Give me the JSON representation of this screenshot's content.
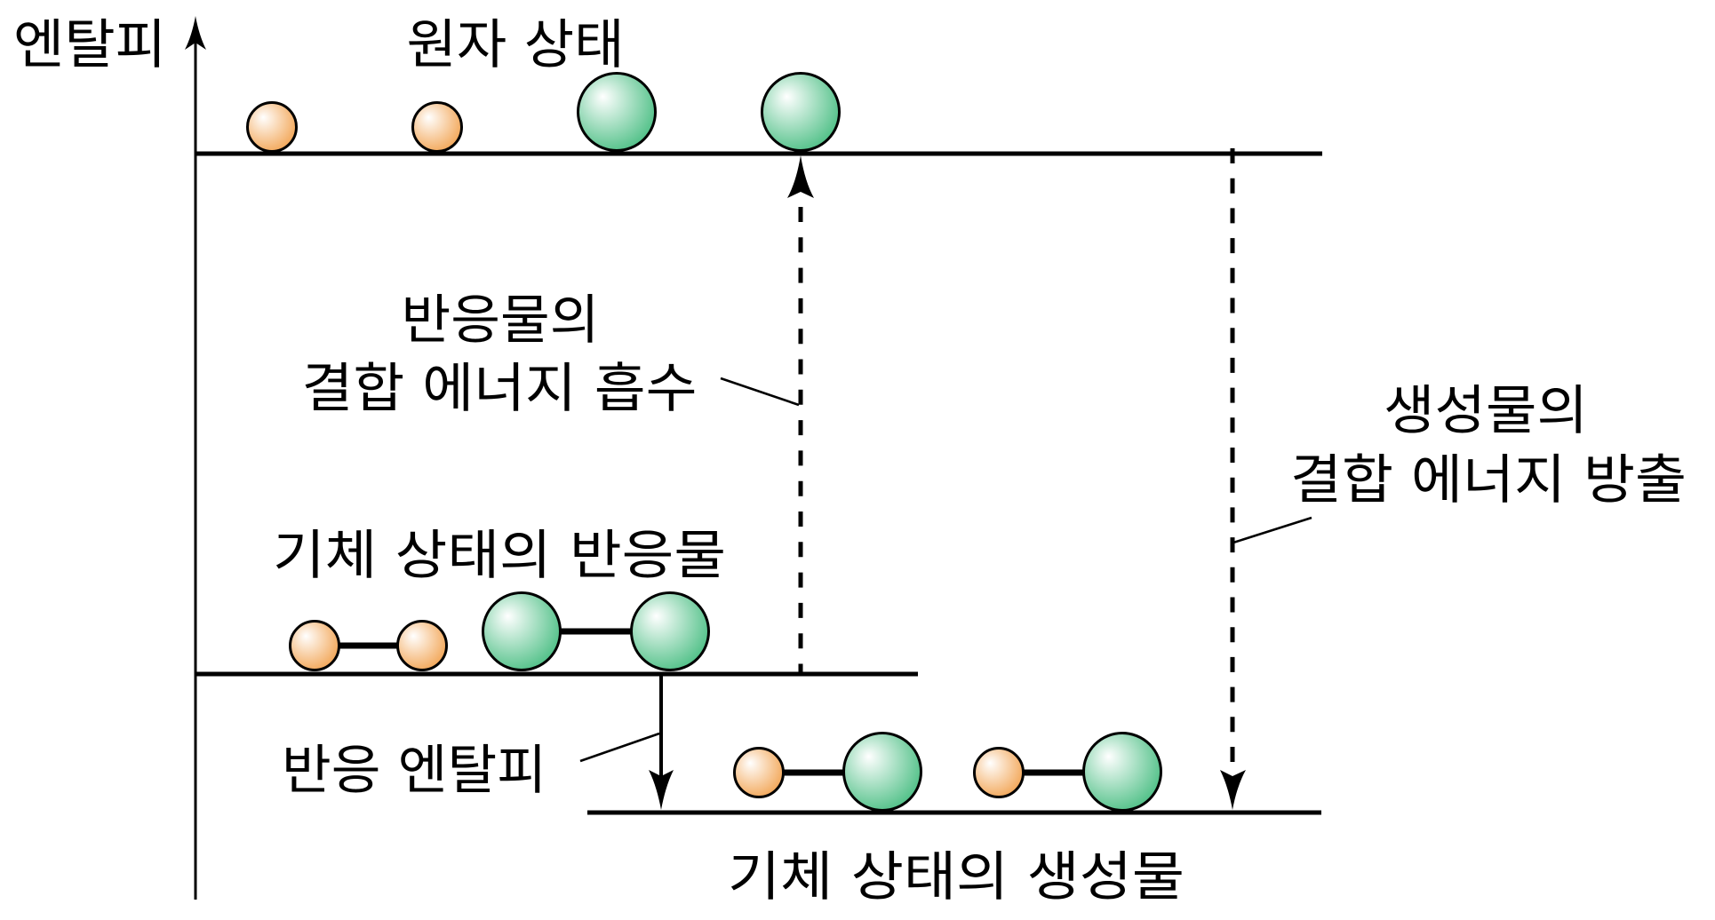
{
  "diagram": {
    "axis_label": "엔탈피",
    "levels": {
      "atoms": "원자 상태",
      "reactants": "기체 상태의 반응물",
      "products": "기체 상태의 생성물"
    },
    "annotations": {
      "absorption": {
        "line1": "반응물의",
        "line2": "결합 에너지 흡수"
      },
      "release": {
        "line1": "생성물의",
        "line2": "결합 에너지 방출"
      },
      "reaction_enthalpy": "반응 엔탈피"
    },
    "colors": {
      "small_atom": "#f2a555",
      "large_atom": "#4dbf85",
      "highlight": "#ffffff",
      "line": "#000000"
    }
  }
}
